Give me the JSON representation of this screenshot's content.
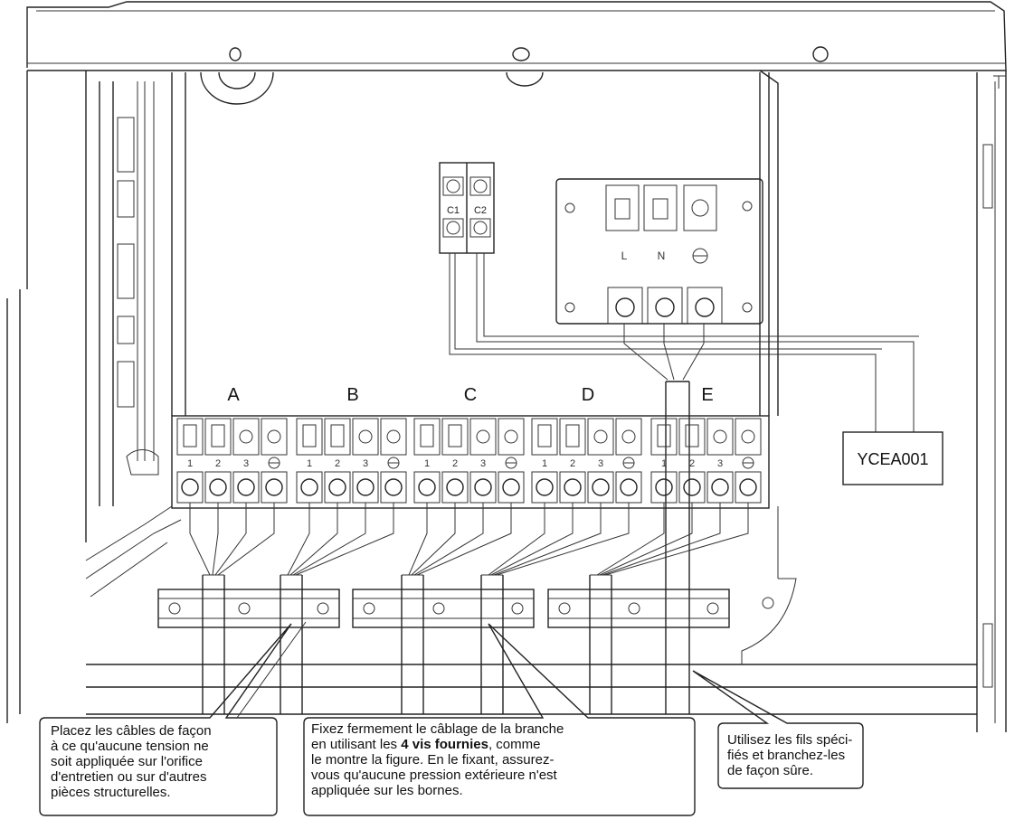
{
  "labels": {
    "branches": [
      "A",
      "B",
      "C",
      "D",
      "E"
    ],
    "terminal_numbers": [
      "1",
      "2",
      "3"
    ],
    "control_terminals": [
      "C1",
      "C2"
    ],
    "power_terminals": [
      "L",
      "N"
    ],
    "adapter": "YCEA001"
  },
  "callouts": {
    "left": {
      "lines": [
        "Placez les câbles de façon",
        "à ce qu'aucune tension ne",
        "soit appliquée sur l'orifice",
        "d'entretien ou sur d'autres",
        "pièces structurelles."
      ]
    },
    "middle": {
      "line1": "Fixez fermement le câblage de la branche",
      "line2_pre": "en utilisant les ",
      "line2_bold": "4 vis fournies",
      "line2_post": ", comme",
      "line3": "le montre la figure. En le fixant, assurez-",
      "line4": "vous qu'aucune pression extérieure n'est",
      "line5": "appliquée sur les bornes."
    },
    "right": {
      "lines": [
        "Utilisez les fils spéci-",
        "fiés et branchez-les",
        "de façon sûre."
      ]
    }
  }
}
